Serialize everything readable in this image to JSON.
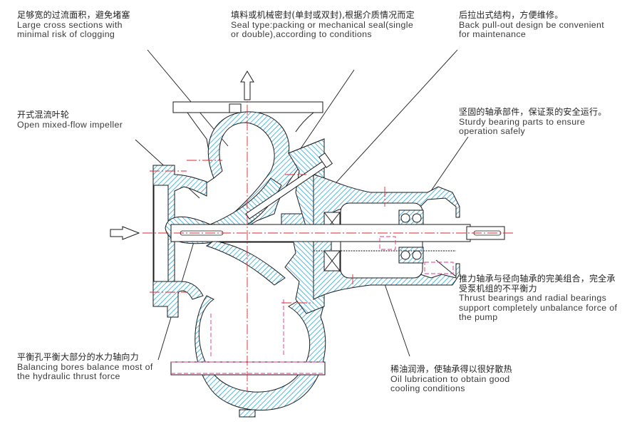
{
  "diagram": {
    "subject": "Mixed-flow pump cross-section",
    "colors": {
      "outline": "#1a1a1a",
      "hatch": "#2aa7d8",
      "centerline": "#e0242b",
      "hidden_line": "#e0338f",
      "text": "#333333"
    },
    "flow_arrows": [
      {
        "name": "inlet-arrow",
        "direction": "right"
      },
      {
        "name": "outlet-arrow",
        "direction": "up"
      }
    ]
  },
  "callouts": [
    {
      "id": "cross-sections",
      "zh": "足够宽的过流面积，避免堵塞",
      "en": [
        "Large cross sections with",
        "minimal risk of clogging"
      ]
    },
    {
      "id": "seal-type",
      "zh": "填料或机械密封(单封或双封),根据介质情况而定",
      "en": [
        "Seal type:packing or mechanical seal(single",
        "or double),according to conditions"
      ]
    },
    {
      "id": "back-pull-out",
      "zh": "后拉出式结构，方便维修。",
      "en": [
        "Back pull-out design be convenient",
        "for maintenance"
      ]
    },
    {
      "id": "impeller",
      "zh": "开式混流叶轮",
      "en": [
        "Open mixed-flow impeller"
      ]
    },
    {
      "id": "bearing-parts",
      "zh": "坚固的轴承部件，保证泵的安全运行。",
      "en": [
        "Sturdy bearing parts to ensure",
        "operation safely"
      ]
    },
    {
      "id": "thrust-bearings",
      "zh": [
        "推力轴承与径向轴承的完美组合，完全承",
        "受泵机组的不平衡力"
      ],
      "en": [
        "Thrust bearings and radial bearings",
        "support completely unbalance force of",
        "the pump"
      ]
    },
    {
      "id": "balancing-bores",
      "zh": "平衡孔平衡大部分的水力轴向力",
      "en": [
        "Balancing bores balance most of",
        "the hydraulic thrust force"
      ]
    },
    {
      "id": "oil-lubrication",
      "zh": "稀油润滑，使轴承得以很好散热",
      "en": [
        "Oil lubrication to obtain good",
        "cooling conditions"
      ]
    }
  ]
}
